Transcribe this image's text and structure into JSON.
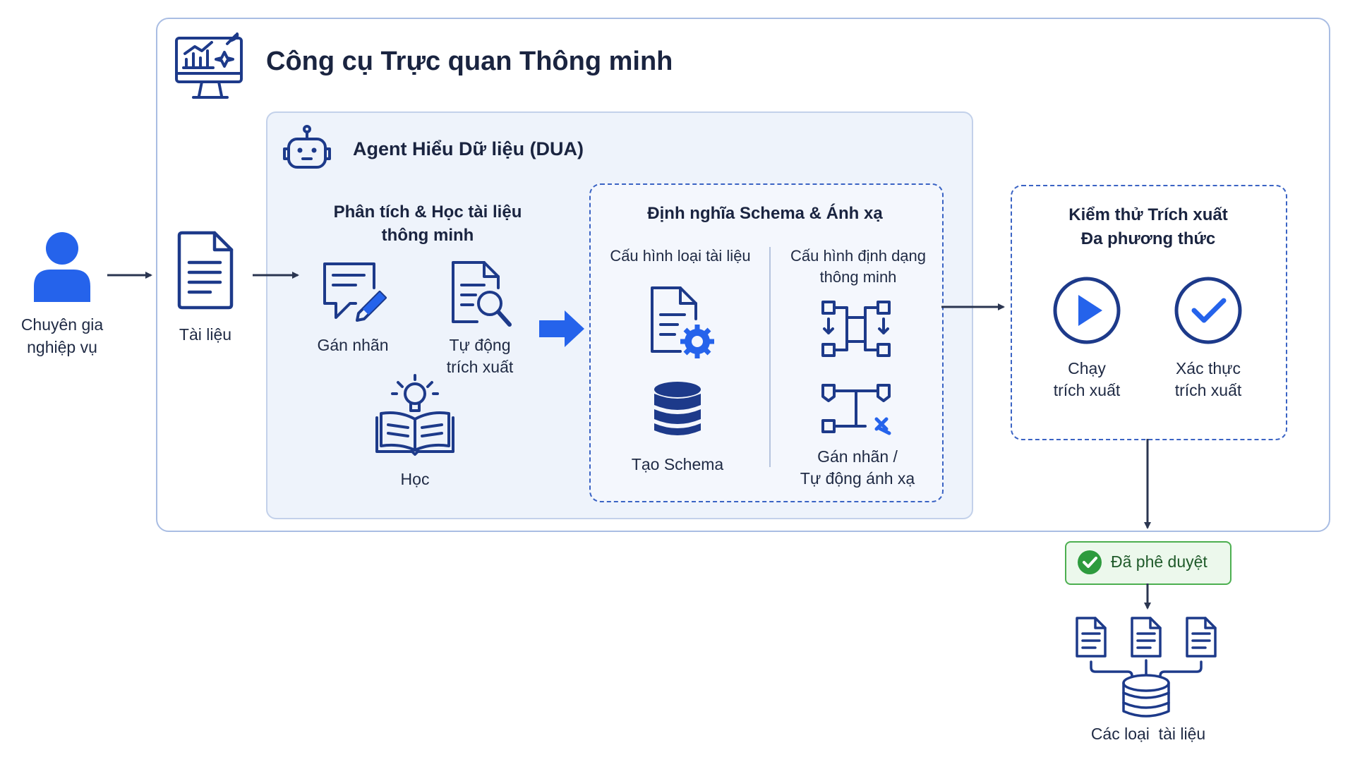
{
  "tool": {
    "title": "Công cụ Trực quan Thông minh"
  },
  "user": {
    "label_line1": "Chuyên gia",
    "label_line2": "nghiệp vụ"
  },
  "document": {
    "label": "Tài liệu"
  },
  "agent": {
    "title": "Agent Hiểu Dữ liệu (DUA)",
    "analysis": {
      "title_line1": "Phân tích & Học tài liệu",
      "title_line2": "thông minh",
      "labeling": "Gán nhãn",
      "extract_line1": "Tự động",
      "extract_line2": "trích xuất",
      "learn": "Học"
    },
    "schema": {
      "title": "Định nghĩa Schema & Ánh xạ",
      "doc_type_config": "Cấu hình loại tài liệu",
      "format_config_line1": "Cấu hình định dạng",
      "format_config_line2": "thông minh",
      "create_schema": "Tạo Schema",
      "mapping_line1": "Gán nhãn /",
      "mapping_line2": "Tự động ánh xạ"
    }
  },
  "testing": {
    "title_line1": "Kiểm thử Trích xuất",
    "title_line2": "Đa phương thức",
    "run_line1": "Chạy",
    "run_line2": "trích xuất",
    "verify_line1": "Xác thực",
    "verify_line2": "trích xuất"
  },
  "approved": {
    "label": "Đã phê duyệt"
  },
  "output": {
    "label": "Các loại  tài liệu"
  },
  "colors": {
    "accent_blue": "#1a4fd6",
    "icon_navy": "#1d3a8a",
    "border_blue": "#8aa6d9",
    "panel_bg": "#eef3fb",
    "approved_green": "#2e9b3e",
    "approved_bg": "#ecf8ec"
  }
}
